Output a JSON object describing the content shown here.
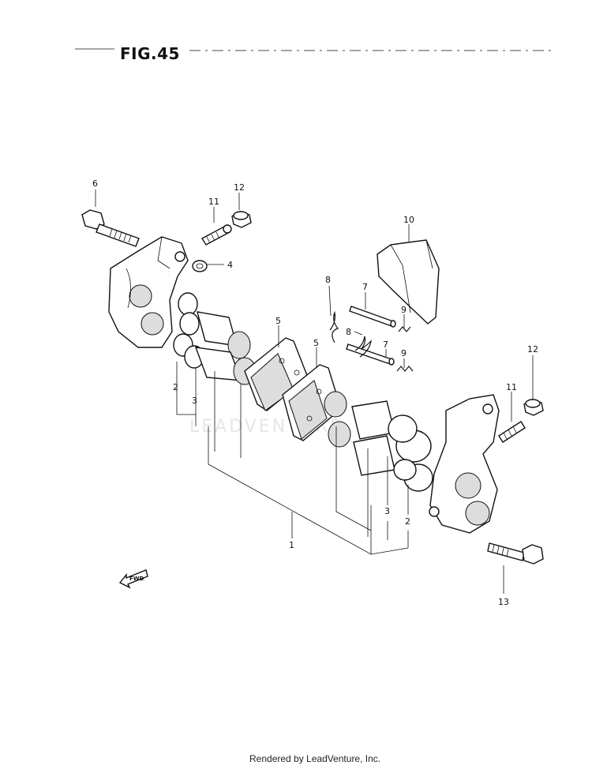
{
  "figure_title": "FIG.45",
  "watermark": "LEADVENTURE",
  "footer": "Rendered by LeadVenture, Inc.",
  "fwd_label": "FWD",
  "callouts": [
    "1",
    "2",
    "3",
    "4",
    "5",
    "6",
    "7",
    "8",
    "9",
    "10",
    "11",
    "12",
    "13"
  ],
  "labels": {
    "c6": "6",
    "c11a": "11",
    "c12a": "12",
    "c4": "4",
    "c10": "10",
    "c8a": "8",
    "c7a": "7",
    "c9a": "9",
    "c5a": "5",
    "c5b": "5",
    "c8b": "8",
    "c7b": "7",
    "c9b": "9",
    "c12b": "12",
    "c11b": "11",
    "c2a": "2",
    "c3a": "3",
    "c3b": "3",
    "c2b": "2",
    "c1": "1",
    "c13": "13"
  }
}
